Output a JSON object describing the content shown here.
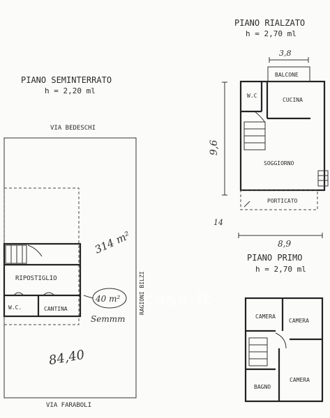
{
  "floors": {
    "rialzato": {
      "title": "PIANO  RIALZATO",
      "height": "h  =  2,70  ml"
    },
    "seminterrato": {
      "title": "PIANO  SEMINTERRATO",
      "height": "h  =  2,20  ml"
    },
    "primo": {
      "title": "PIANO  PRIMO",
      "height": "h  =  2,70  ml"
    }
  },
  "rooms": {
    "balcone": "BALCONE",
    "wc_top": "W.C",
    "cucina": "CUCINA",
    "soggiorno": "SOGGIORNO",
    "porticato": "PORTICATO",
    "ripostiglio": "RIPOSTIGLIO",
    "wc_bottom": "W.C.",
    "cantina": "CANTINA",
    "camera_1": "CAMERA",
    "camera_2": "CAMERA",
    "camera_3": "CAMERA",
    "bagno": "BAGNO"
  },
  "streets": {
    "bedeschi": "VIA  BEDESCHI",
    "faraboli": "VIA  FARABOLI",
    "bilzi": "RAGIONI  BILZI"
  },
  "dimensions": {
    "width_top": "3,8",
    "height_left": "9,6",
    "side_mark": "14",
    "width_bottom": "8,9",
    "area_1": "314 m²",
    "area_2": "40 m²",
    "area_3": "84,40",
    "scribble": "Semmm"
  },
  "watermark": "casa.it"
}
